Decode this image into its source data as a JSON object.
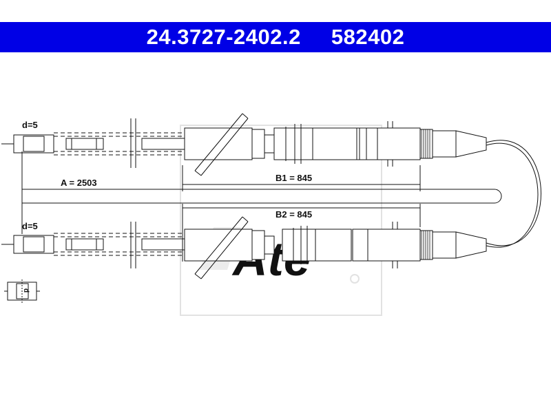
{
  "header": {
    "part_number": "24.3727-2402.2",
    "ref_number": "582402",
    "background": "#0000e6"
  },
  "labels": {
    "d_top": "d=5",
    "d_bottom": "d=5",
    "a_length": "A = 2503",
    "b1_length": "B1 = 845",
    "b2_length": "B2 = 845",
    "legend_d": "d"
  },
  "watermark": {
    "text": "Ate"
  }
}
